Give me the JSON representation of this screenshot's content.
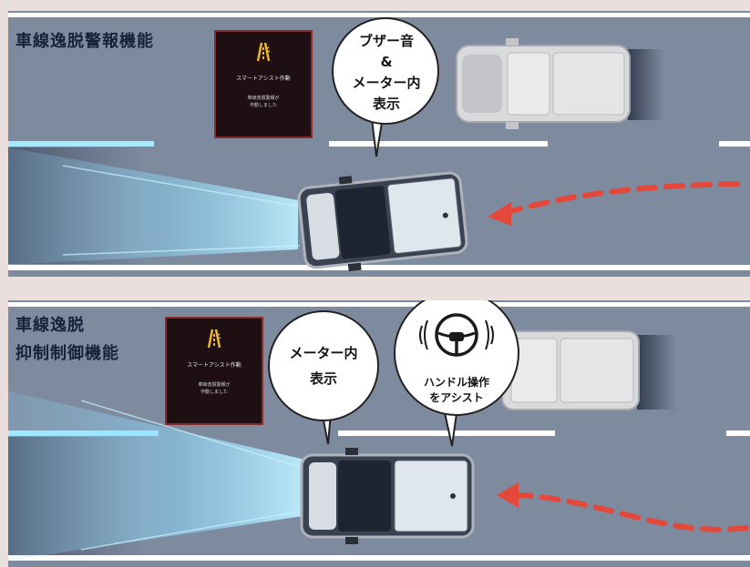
{
  "panels": [
    {
      "title_lines": [
        "車線逸脱警報機能"
      ],
      "meter": {
        "line1": "スマートアシスト作動",
        "line2": [
          "車線逸脱警報が",
          "作動しました"
        ]
      },
      "bubble": {
        "lines": [
          "ブザー音",
          "&",
          "メーター内",
          "表示"
        ]
      }
    },
    {
      "title_lines": [
        "車線逸脱",
        "抑制制御機能"
      ],
      "meter": {
        "line1": "スマートアシスト作動",
        "line2": [
          "車線逸脱警報が",
          "作動しました"
        ]
      },
      "bubble_meter": {
        "lines": [
          "メーター内",
          "表示"
        ]
      },
      "bubble_handle": {
        "lines": [
          "ハンドル操作",
          "をアシスト"
        ]
      }
    }
  ],
  "colors": {
    "road": "#7e8b9f",
    "background": "#eadfdc",
    "lane_marking": "#ffffff",
    "trajectory": "#e4483a",
    "sensor_beam": "#7ed6ff",
    "meter_border": "#8a2b2b",
    "meter_icon": "#f0b81e"
  },
  "icons": {
    "meter_icon": "lane-departure-icon",
    "steering_icon": "steering-wheel-icon"
  }
}
